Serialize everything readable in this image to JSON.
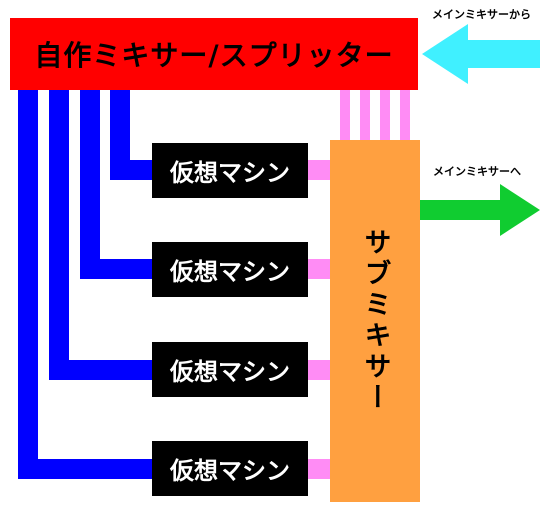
{
  "diagram": {
    "splitter_label": "自作ミキサー/スプリッター",
    "vm_labels": [
      "仮想マシン",
      "仮想マシン",
      "仮想マシン",
      "仮想マシン"
    ],
    "submixer_label": "サブミキサー",
    "input_caption": "メインミキサーから",
    "output_caption": "メインミキサーへ"
  },
  "colors": {
    "splitter": "#ff0000",
    "vm": "#000000",
    "submixer": "#ffa040",
    "blue_line": "#0000ff",
    "pink_line": "#ff8cf5",
    "input_arrow": "#40f0ff",
    "output_arrow": "#10cc30"
  }
}
